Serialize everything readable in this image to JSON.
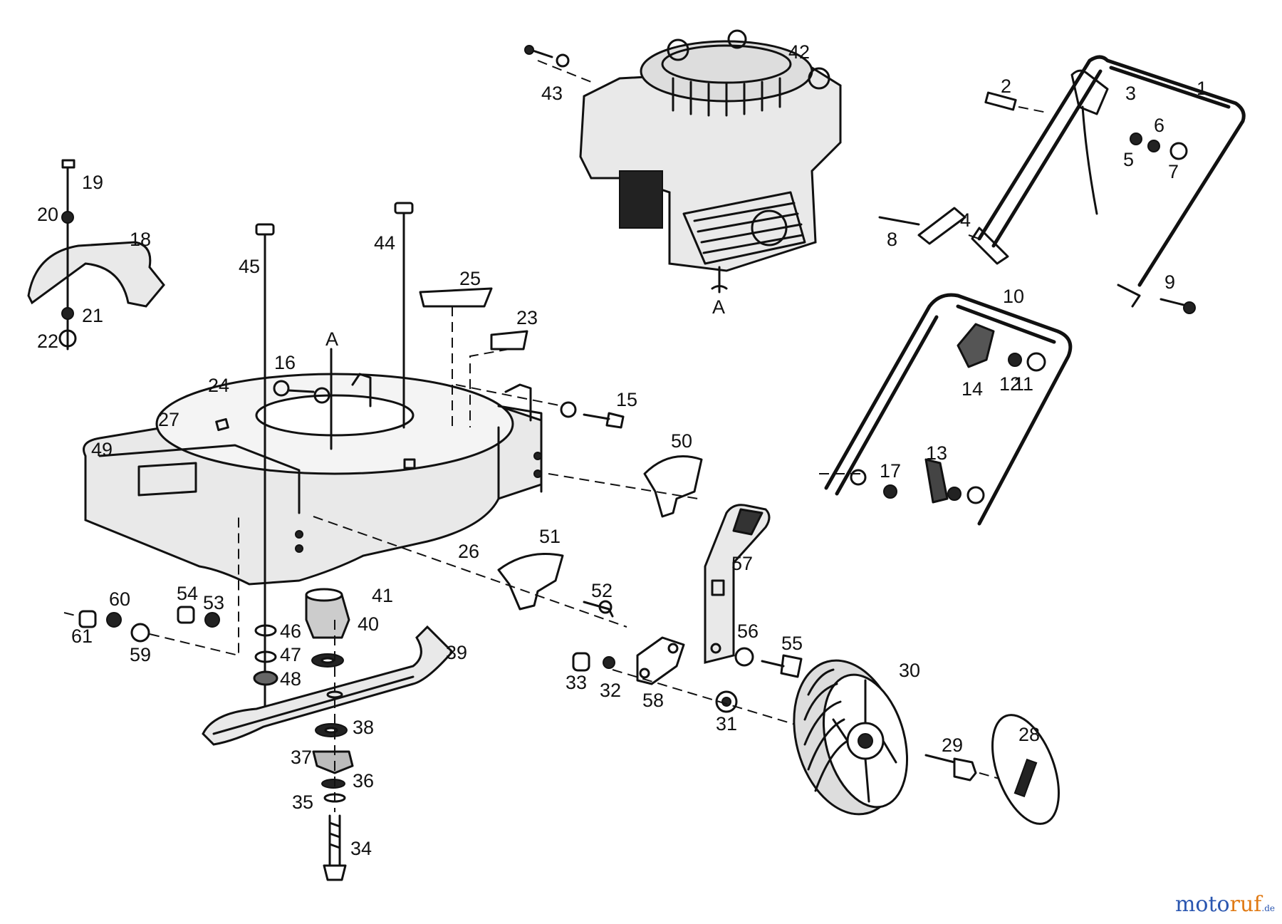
{
  "diagram": {
    "part_numbers": [
      "1",
      "2",
      "3",
      "4",
      "5",
      "6",
      "7",
      "8",
      "9",
      "10",
      "11",
      "12",
      "13",
      "14",
      "15",
      "16",
      "17",
      "18",
      "19",
      "20",
      "21",
      "22",
      "23",
      "24",
      "25",
      "26",
      "27",
      "28",
      "29",
      "30",
      "31",
      "32",
      "33",
      "34",
      "35",
      "36",
      "37",
      "38",
      "39",
      "40",
      "41",
      "42",
      "43",
      "44",
      "45",
      "46",
      "47",
      "48",
      "49",
      "50",
      "51",
      "52",
      "53",
      "54",
      "55",
      "56",
      "57",
      "58",
      "59",
      "60",
      "61"
    ],
    "reference_marks": [
      "A",
      "A"
    ],
    "colors": {
      "line": "#111111",
      "background": "#ffffff"
    },
    "watermark": {
      "main": "moto",
      "accent": "ruf",
      "suffix": ".de"
    }
  }
}
